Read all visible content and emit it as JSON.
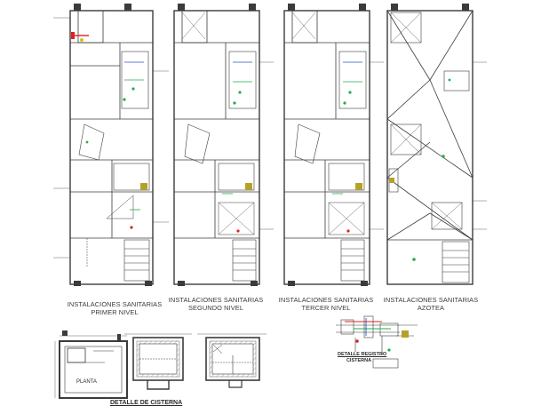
{
  "plans": [
    {
      "line1": "INSTALACIONES SANITARIAS",
      "line2": "PRIMER NIVEL"
    },
    {
      "line1": "INSTALACIONES SANITARIAS",
      "line2": "SEGUNDO NIVEL"
    },
    {
      "line1": "INSTALACIONES SANITARIAS",
      "line2": "TERCER NIVEL"
    },
    {
      "line1": "INSTALACIONES SANITARIAS",
      "line2": "AZOTEA"
    }
  ],
  "cistern": {
    "title": "DETALLE DE CISTERNA",
    "plan_label": "PLANTA"
  },
  "registro": {
    "title": "DETALLE REGISTRO",
    "subtitle": "CISTERNA"
  },
  "colors": {
    "linework": "#3b3b3b",
    "accent_red": "#e02020",
    "accent_green": "#1fae4b",
    "accent_blue": "#2a52c8",
    "accent_yellow": "#d9c020"
  }
}
